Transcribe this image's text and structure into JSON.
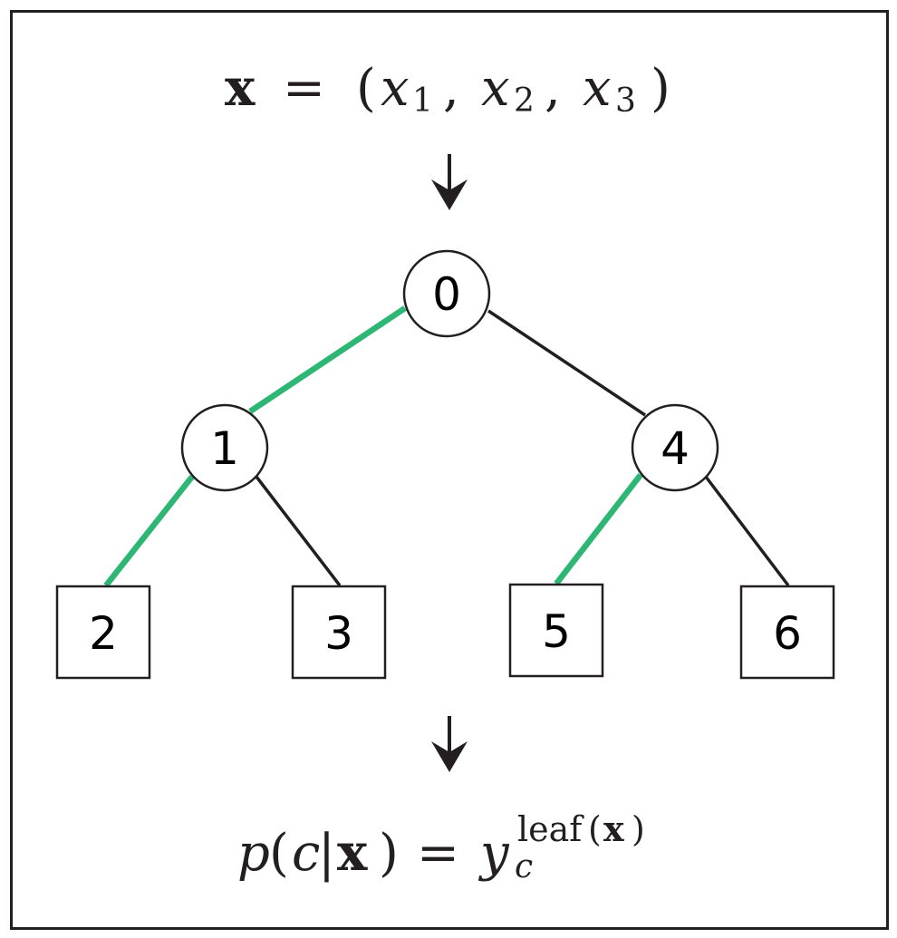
{
  "input_formula": {
    "lhs": "x",
    "equals": "=",
    "open": "(",
    "x": "x",
    "sub1": "1",
    "sub2": "2",
    "sub3": "3",
    "comma": ",",
    "close": ")"
  },
  "output_formula": {
    "p": "p",
    "open": "(",
    "c": "c",
    "bar": "|",
    "x": "x",
    "close": ")",
    "equals": "=",
    "y": "y",
    "subscript": "c",
    "sup_leaf": "leaf",
    "sup_open": "(",
    "sup_x": "x",
    "sup_close": ")"
  },
  "tree": {
    "internal_nodes": [
      {
        "id": "0",
        "label": "0"
      },
      {
        "id": "1",
        "label": "1"
      },
      {
        "id": "4",
        "label": "4"
      }
    ],
    "leaf_nodes": [
      {
        "id": "2",
        "label": "2"
      },
      {
        "id": "3",
        "label": "3"
      },
      {
        "id": "5",
        "label": "5"
      },
      {
        "id": "6",
        "label": "6"
      }
    ],
    "edges": [
      {
        "from": "0",
        "to": "1",
        "highlighted": true
      },
      {
        "from": "0",
        "to": "4",
        "highlighted": false
      },
      {
        "from": "1",
        "to": "2",
        "highlighted": true
      },
      {
        "from": "1",
        "to": "3",
        "highlighted": false
      },
      {
        "from": "4",
        "to": "5",
        "highlighted": true
      },
      {
        "from": "4",
        "to": "6",
        "highlighted": false
      }
    ]
  },
  "colors": {
    "highlight_edge": "#2db674",
    "edge": "#231f20",
    "node_stroke": "#231f20",
    "background": "#ffffff"
  }
}
